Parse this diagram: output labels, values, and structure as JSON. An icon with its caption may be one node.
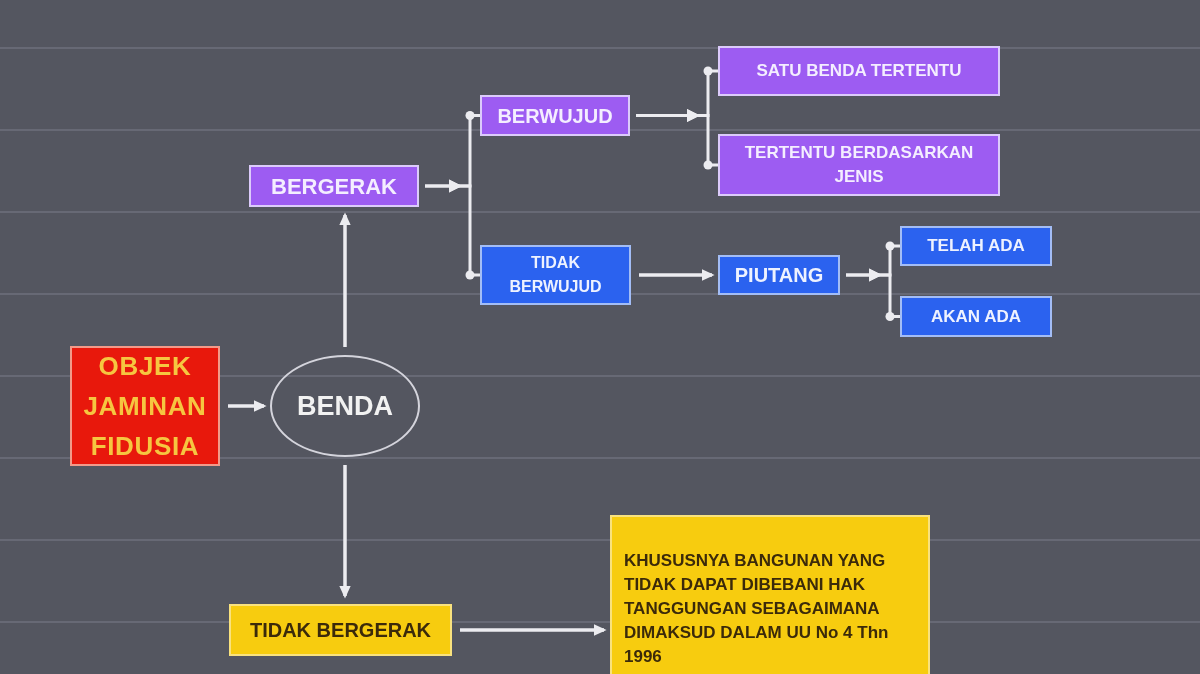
{
  "diagram": {
    "nodes": [
      {
        "text": [
          "OBJEK JAMINAN FIDUSIA"
        ]
      },
      {
        "text": [
          "BENDA"
        ]
      },
      {
        "text": [
          "BERGERAK"
        ]
      },
      {
        "text": [
          "BERWUJUD"
        ]
      },
      {
        "text": [
          "TIDAK BERWUJUD"
        ]
      },
      {
        "text": [
          "SATU BENDA TERTENTU"
        ]
      },
      {
        "text": [
          "TERTENTU BERDASARKAN JENIS"
        ]
      },
      {
        "text": [
          "PIUTANG"
        ]
      },
      {
        "text": [
          "TELAH ADA"
        ]
      },
      {
        "text": [
          "AKAN ADA"
        ]
      },
      {
        "text": [
          "TIDAK BERGERAK"
        ]
      },
      {
        "text": [
          "KHUSUSNYA BANGUNAN YANG TIDAK DAPAT DIBEBANI HAK TANGGUNGAN SEBAGAIMANA DIMAKSUD DALAM UU No 4 Thn 1996"
        ]
      }
    ],
    "edges": [
      {
        "from": 0,
        "to": 1,
        "arrow": "to"
      },
      {
        "from": 1,
        "to": 2,
        "arrow": "to"
      },
      {
        "from": 1,
        "to": 10,
        "arrow": "to"
      },
      {
        "from": 2,
        "to": 3,
        "arrow": "to"
      },
      {
        "from": 2,
        "to": 4,
        "arrow": "to"
      },
      {
        "from": 3,
        "to": 5,
        "arrow": "to"
      },
      {
        "from": 3,
        "to": 6,
        "arrow": "to"
      },
      {
        "from": 4,
        "to": 7,
        "arrow": "to"
      },
      {
        "from": 7,
        "to": 8,
        "arrow": "to"
      },
      {
        "from": 7,
        "to": 9,
        "arrow": "to"
      },
      {
        "from": 10,
        "to": 11,
        "arrow": "to"
      }
    ]
  }
}
